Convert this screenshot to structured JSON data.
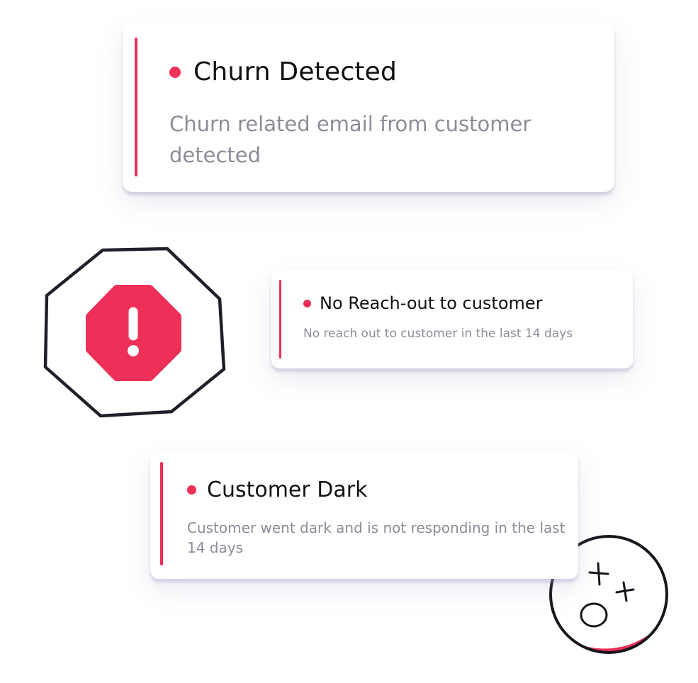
{
  "alerts": [
    {
      "title": "Churn Detected",
      "description": "Churn related email from customer detected"
    },
    {
      "title": "No Reach-out to customer",
      "description": "No reach out to customer in the last 14 days"
    },
    {
      "title": "Customer Dark",
      "description": "Customer went dark and is not responding in the last 14 days"
    }
  ],
  "icons": {
    "warning": "alert-octagon-icon",
    "decoration": "circle-cross-doodle-icon"
  },
  "colors": {
    "accent": "#ee2f57",
    "title_text": "#111111",
    "description_text": "#8c8c99",
    "outline": "#1f1f29"
  }
}
